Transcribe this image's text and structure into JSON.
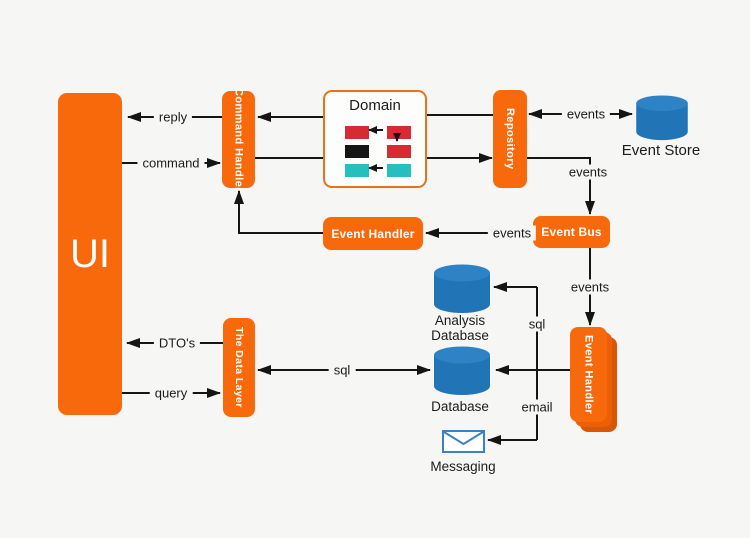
{
  "nodes": {
    "ui": {
      "label": "UI"
    },
    "command_handler": {
      "label": "Command Handler"
    },
    "domain": {
      "label": "Domain"
    },
    "repository": {
      "label": "Repository"
    },
    "event_store": {
      "label": "Event Store"
    },
    "event_bus": {
      "label": "Event Bus"
    },
    "event_handler": {
      "label": "Event Handler"
    },
    "event_handler_workers": {
      "label": "Event Handler"
    },
    "data_layer": {
      "label": "The Data Layer"
    },
    "analysis_database": {
      "lines": [
        "Analysis",
        "Database"
      ]
    },
    "database": {
      "label": "Database"
    },
    "messaging": {
      "label": "Messaging"
    }
  },
  "edge_labels": {
    "reply": "reply",
    "command": "command",
    "events_repository_store": "events",
    "events_repository_bus": "events",
    "events_bus_handler": "events",
    "events_bus_workers": "events",
    "sql_analysis": "sql",
    "sql_data_layer": "sql",
    "email": "email",
    "dtos": "DTO's",
    "query": "query"
  },
  "icons": {
    "event_store": "database-cylinder-icon",
    "analysis_database": "database-cylinder-icon",
    "database": "database-cylinder-icon",
    "messaging": "envelope-icon"
  },
  "colors": {
    "background": "#f6f6f4",
    "orange": "#f8690c",
    "orange_mid": "#ea6006",
    "orange_deep": "#d85606",
    "domain_border": "#e8721c",
    "entity_red": "#d62b33",
    "entity_black": "#151515",
    "entity_teal": "#27bebf",
    "db_top": "#2d83c5",
    "db_body": "#2174b6",
    "envelope_blue": "#3b82c4",
    "line": "#151515",
    "text_dark": "#1c1c1c",
    "text_light": "#ffffff"
  }
}
